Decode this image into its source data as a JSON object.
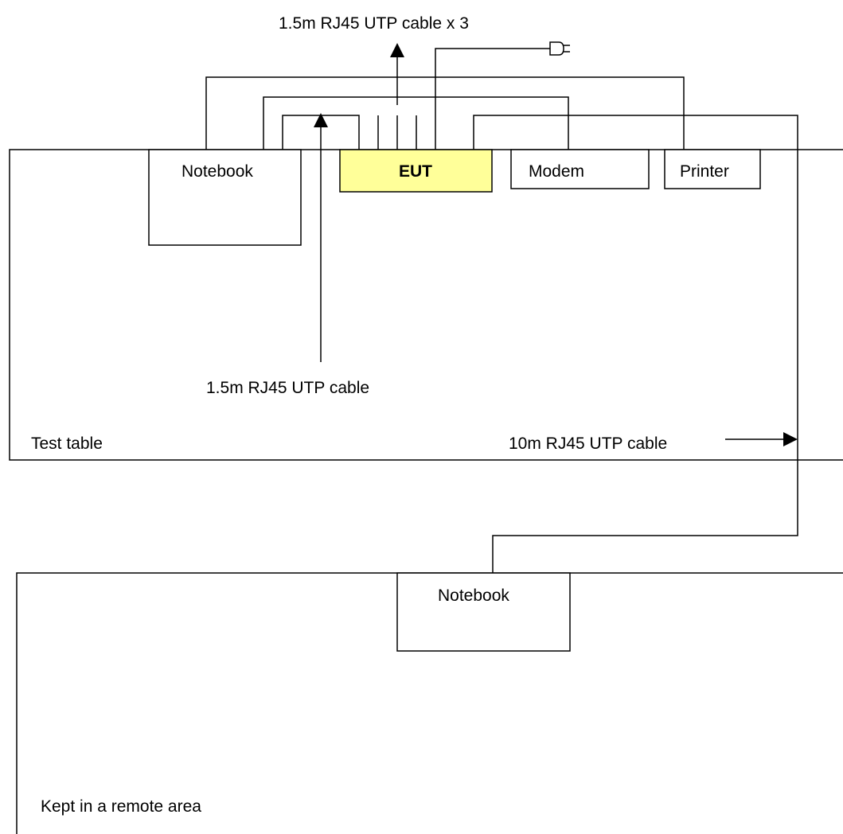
{
  "labels": {
    "cable_top": "1.5m RJ45 UTP cable x 3",
    "cable_mid": "1.5m RJ45 UTP cable",
    "cable_long": "10m RJ45 UTP cable",
    "test_table": "Test table",
    "remote_area": "Kept in a remote area"
  },
  "devices": {
    "notebook_local": "Notebook",
    "eut": "EUT",
    "modem": "Modem",
    "printer": "Printer",
    "notebook_remote": "Notebook"
  },
  "colors": {
    "eut_fill": "#FFFF99",
    "line": "#000000",
    "background": "#FFFFFF"
  },
  "icons": {
    "power_plug": "power-plug-icon"
  }
}
